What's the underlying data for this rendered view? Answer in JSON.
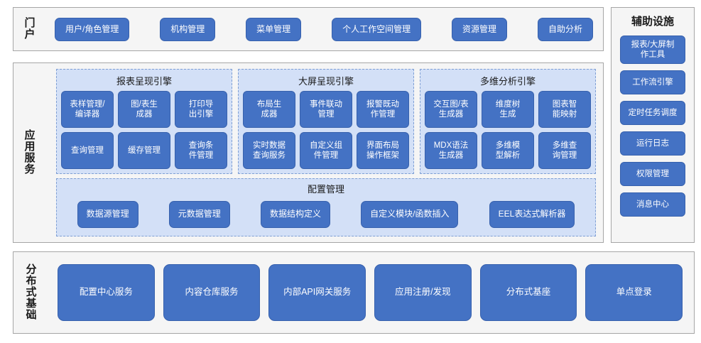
{
  "colors": {
    "button": "#4472C4",
    "button_border": "#3761AD",
    "group_bg": "#D3E0F7",
    "group_border": "#7F9FD4",
    "panel_bg": "#F5F5F5",
    "panel_border": "#A6A6A6",
    "text_light": "#FFFFFF",
    "text_dark": "#1A1A1A"
  },
  "portal": {
    "label": "门户",
    "label_chars": [
      "门",
      "户"
    ],
    "items": [
      {
        "label": "用户/角色管理"
      },
      {
        "label": "机构管理"
      },
      {
        "label": "菜单管理"
      },
      {
        "label": "个人工作空间管理"
      },
      {
        "label": "资源管理"
      },
      {
        "label": "自助分析"
      }
    ]
  },
  "aux": {
    "title": "辅助设施",
    "items": [
      {
        "label": "报表/大屏制\n作工具",
        "tall": true
      },
      {
        "label": "工作流引擎",
        "tall": false
      },
      {
        "label": "定时任务调度",
        "tall": false
      },
      {
        "label": "运行日志",
        "tall": false
      },
      {
        "label": "权限管理",
        "tall": false
      },
      {
        "label": "消息中心",
        "tall": false
      }
    ]
  },
  "app_services": {
    "label": "应用服务",
    "label_chars": [
      "应",
      "用",
      "服",
      "务"
    ],
    "engines": [
      {
        "title": "报表呈现引擎",
        "items": [
          {
            "label": "表样管理/\n编译器"
          },
          {
            "label": "图/表生\n成器"
          },
          {
            "label": "打印导\n出引擎"
          },
          {
            "label": "查询管理"
          },
          {
            "label": "缓存管理"
          },
          {
            "label": "查询条\n件管理"
          }
        ]
      },
      {
        "title": "大屏呈现引擎",
        "items": [
          {
            "label": "布局生\n成器"
          },
          {
            "label": "事件联动\n管理"
          },
          {
            "label": "报警既动\n作管理"
          },
          {
            "label": "实时数据\n查询服务"
          },
          {
            "label": "自定义组\n件管理"
          },
          {
            "label": "界面布局\n操作框架"
          }
        ]
      },
      {
        "title": "多维分析引擎",
        "items": [
          {
            "label": "交互图/表\n生成器"
          },
          {
            "label": "维度树\n生成"
          },
          {
            "label": "图表智\n能映射"
          },
          {
            "label": "MDX语法\n生成器"
          },
          {
            "label": "多维模\n型解析"
          },
          {
            "label": "多维查\n询管理"
          }
        ]
      }
    ],
    "config": {
      "title": "配置管理",
      "items": [
        {
          "label": "数据源管理"
        },
        {
          "label": "元数据管理"
        },
        {
          "label": "数据结构定义"
        },
        {
          "label": "自定义模块/函数插入"
        },
        {
          "label": "EEL表达式解析器"
        }
      ]
    }
  },
  "distributed": {
    "label": "分布式基础",
    "label_chars": [
      "分",
      "布",
      "式",
      "基",
      "础"
    ],
    "items": [
      {
        "label": "配置中心服务"
      },
      {
        "label": "内容仓库服务"
      },
      {
        "label": "内部API网关服务"
      },
      {
        "label": "应用注册/发现"
      },
      {
        "label": "分布式基座"
      },
      {
        "label": "单点登录"
      }
    ]
  }
}
